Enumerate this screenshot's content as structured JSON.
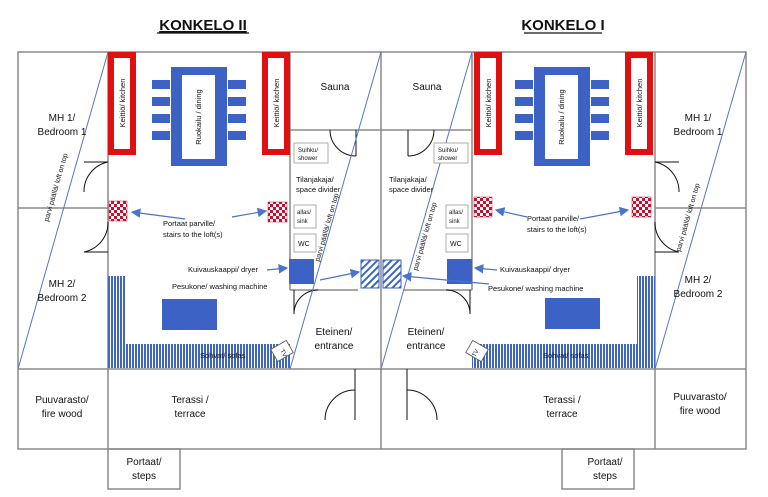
{
  "titles": {
    "left": "KONKELO II",
    "right": "KONKELO I"
  },
  "rooms": {
    "sauna": "Sauna",
    "bedroom1_a": "MH 1/",
    "bedroom1_b": "Bedroom 1",
    "bedroom2_a": "MH 2/",
    "bedroom2_b": "Bedroom 2",
    "firewood_a": "Puuvarasto/",
    "firewood_b": "fire wood",
    "terrace_a": "Terassi /",
    "terrace_b": "terrace",
    "steps_a": "Portaat/",
    "steps_b": "steps",
    "entrance_a": "Eteinen/",
    "entrance_b": "entrance"
  },
  "labels": {
    "kitchen": "Keittiö/ kitchen",
    "dining": "Ruokailu / dining",
    "shower_a": "Suihku/",
    "shower_b": "shower",
    "divider_a": "Tilanjakaja/",
    "divider_b": "space divider",
    "sink_a": "allas/",
    "sink_b": "sink",
    "wc": "WC",
    "stairs_a": "Portaat parville/",
    "stairs_b": "stairs to the loft(s)",
    "dryer": "Kuivauskaappi/ dryer",
    "washer": "Pesukone/ washing machine",
    "sofas": "Sohvat/ sofas",
    "tv": "TV",
    "loft": "parvi päällä/ loft on top"
  },
  "colors": {
    "wall": "#8a8a8a",
    "furniture": "#3b62c4",
    "kitchen_red": "#e01010",
    "sofa": "#3a5fb3",
    "checker": "#c8102e",
    "arrow": "#4a74c9"
  }
}
